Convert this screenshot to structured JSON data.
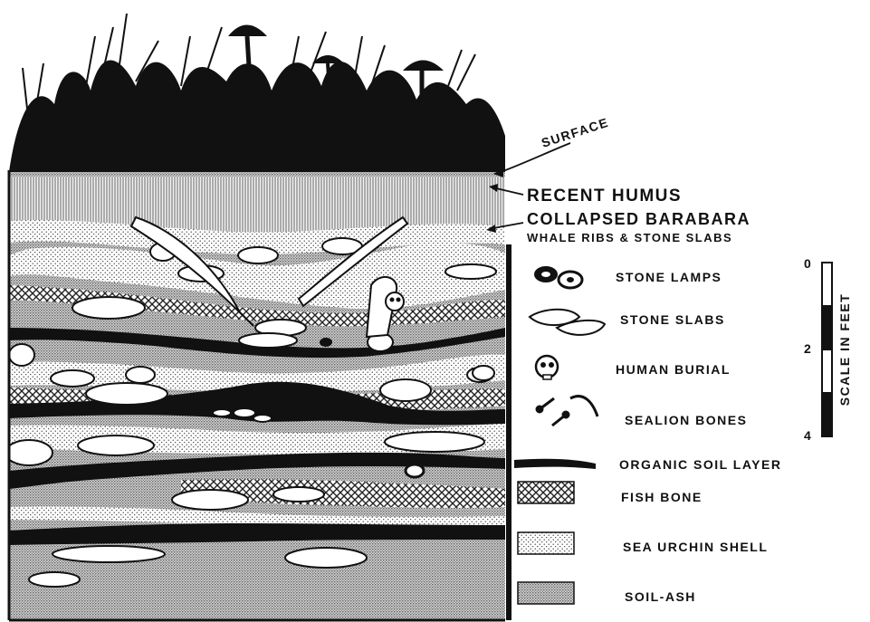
{
  "annotations": {
    "surface": "SURFACE",
    "recent_humus": "RECENT HUMUS",
    "collapsed_barabara": "COLLAPSED BARABARA",
    "whale_ribs": "WHALE RIBS & STONE SLABS"
  },
  "legend": {
    "items": [
      {
        "label": "STONE LAMPS",
        "icon": "stone-lamps-icon"
      },
      {
        "label": "STONE SLABS",
        "icon": "stone-slabs-icon"
      },
      {
        "label": "HUMAN BURIAL",
        "icon": "skull-icon"
      },
      {
        "label": "SEALION BONES",
        "icon": "bones-icon"
      },
      {
        "label": "ORGANIC SOIL LAYER",
        "icon": "organic-soil-swatch"
      },
      {
        "label": "FISH BONE",
        "icon": "crosshatch-swatch"
      },
      {
        "label": "SEA URCHIN SHELL",
        "icon": "fine-stipple-swatch"
      },
      {
        "label": "SOIL-ASH",
        "icon": "dense-stipple-swatch"
      }
    ]
  },
  "scale": {
    "title": "SCALE IN FEET",
    "ticks": [
      "0",
      "2",
      "4"
    ]
  },
  "colors": {
    "ink": "#111111",
    "paper": "#ffffff"
  }
}
